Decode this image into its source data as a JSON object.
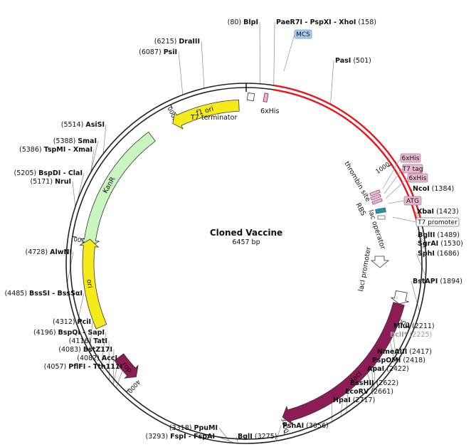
{
  "plasmid": {
    "name": "Cloned Vaccine",
    "length": 6457,
    "length_label": "6457 bp"
  },
  "colors": {
    "backbone": "#222222",
    "insert": "#e8161b",
    "promoter": "#ffffff",
    "ori": "#f5eb1a",
    "marker": "#c8f5c0",
    "cds_laci": "#8c1b56",
    "rop": "#8c1b56",
    "tag": "#e7b9cf",
    "mcs": "#a8cdf0",
    "lac_operator": "#2c8ea8"
  },
  "ticks": [
    {
      "bp": 1000,
      "label": "1000"
    },
    {
      "bp": 2000,
      "label": "2000"
    },
    {
      "bp": 3000,
      "label": "3000"
    },
    {
      "bp": 4000,
      "label": "4000"
    },
    {
      "bp": 5000,
      "label": "5000"
    },
    {
      "bp": 6000,
      "label": "6000"
    }
  ],
  "insert_region": {
    "start": 158,
    "end": 1384
  },
  "features": [
    {
      "name": "f1 ori",
      "start": 5960,
      "end": 6410,
      "direction": -1,
      "color": "#f5eb1a",
      "label": "f1 ori",
      "shape": "arrow"
    },
    {
      "name": "KanR",
      "start": 4950,
      "end": 5800,
      "direction": -1,
      "color": "#c8f5c0",
      "label": "KanR",
      "shape": "arrow"
    },
    {
      "name": "ori",
      "start": 4420,
      "end": 5000,
      "direction": 1,
      "color": "#f5eb1a",
      "label": "ori",
      "shape": "arrow"
    },
    {
      "name": "rop",
      "start": 4020,
      "end": 4190,
      "direction": -1,
      "color": "#8c1b56",
      "label": "rop",
      "shape": "arrow"
    },
    {
      "name": "lacI",
      "start": 1880,
      "end": 2990,
      "direction": 1,
      "color": "#8c1b56",
      "label": "lacI",
      "shape": "arrow"
    },
    {
      "name": "lacI promoter",
      "start": 1800,
      "end": 1880,
      "direction": 1,
      "color": "#ffffff",
      "label": "",
      "shape": "arrow"
    }
  ],
  "feature_text": {
    "t7_terminator": "T7 terminator",
    "sixhis_top": "6xHis",
    "thrombin": "thrombin site",
    "rbs": "RBS",
    "lac_operator": "lac operator",
    "laci_promoter": "lacI promoter"
  },
  "boxes": [
    {
      "text": "MCS",
      "color": "#a8cdf0",
      "border": "#6a9ad0"
    },
    {
      "text": "6xHis",
      "color": "#e7b9cf",
      "border": "#b07a96"
    },
    {
      "text": "T7 tag",
      "color": "#e7b9cf",
      "border": "#b07a96"
    },
    {
      "text": "6xHis",
      "color": "#e7b9cf",
      "border": "#b07a96"
    },
    {
      "text": "ATG",
      "color": "#e7b9cf",
      "border": "#b07a96"
    },
    {
      "text": "T7 promoter",
      "color": "#ffffff",
      "border": "#777777"
    }
  ],
  "sites": [
    {
      "pos": "(80)",
      "name": "BlpI",
      "after": "",
      "faded": false
    },
    {
      "pos": "",
      "name": "PaeR7I - PspXI - XhoI",
      "after": "(158)",
      "faded": false
    },
    {
      "pos": "",
      "name": "PasI",
      "after": "(501)",
      "faded": false
    },
    {
      "pos": "",
      "name": "NcoI",
      "after": "(1384)",
      "faded": false
    },
    {
      "pos": "",
      "name": "XbaI",
      "after": "(1423)",
      "faded": false
    },
    {
      "pos": "",
      "name": "BglII",
      "after": "(1489)",
      "faded": false
    },
    {
      "pos": "",
      "name": "SgrAI",
      "after": "(1530)",
      "faded": false
    },
    {
      "pos": "",
      "name": "SphI",
      "after": "(1686)",
      "faded": false
    },
    {
      "pos": "",
      "name": "BstAPI",
      "after": "(1894)",
      "faded": false
    },
    {
      "pos": "",
      "name": "MluI",
      "after": "(2211)",
      "faded": false
    },
    {
      "pos": "",
      "name": "BclI*",
      "after": "(2225)",
      "faded": true
    },
    {
      "pos": "",
      "name": "NmeAIII",
      "after": "(2417)",
      "faded": false
    },
    {
      "pos": "",
      "name": "PspOMI",
      "after": "(2418)",
      "faded": false
    },
    {
      "pos": "",
      "name": "ApaI",
      "after": "(2422)",
      "faded": false
    },
    {
      "pos": "",
      "name": "BssHII",
      "after": "(2622)",
      "faded": false
    },
    {
      "pos": "",
      "name": "EcoRV",
      "after": "(2661)",
      "faded": false
    },
    {
      "pos": "",
      "name": "HpaI",
      "after": "(2717)",
      "faded": false
    },
    {
      "pos": "",
      "name": "PshAI",
      "after": "(3056)",
      "faded": false
    },
    {
      "pos": "",
      "name": "BglI",
      "after": "(3275)",
      "faded": false
    },
    {
      "pos": "(3293)",
      "name": "FspI - FspAI",
      "after": "",
      "faded": false
    },
    {
      "pos": "(3318)",
      "name": "PpuMI",
      "after": "",
      "faded": false
    },
    {
      "pos": "(4057)",
      "name": "PflFI - Tth111I",
      "after": "",
      "faded": false
    },
    {
      "pos": "(4082)",
      "name": "AccI",
      "after": "",
      "faded": false
    },
    {
      "pos": "(4083)",
      "name": "BstZ17I",
      "after": "",
      "faded": false
    },
    {
      "pos": "(4116)",
      "name": "TatI",
      "after": "",
      "faded": false
    },
    {
      "pos": "(4196)",
      "name": "BspQI - SapI",
      "after": "",
      "faded": false
    },
    {
      "pos": "(4312)",
      "name": "PciI",
      "after": "",
      "faded": false
    },
    {
      "pos": "(4485)",
      "name": "BssSI - BssSαI",
      "after": "",
      "faded": false
    },
    {
      "pos": "(4728)",
      "name": "AlwNI",
      "after": "",
      "faded": false
    },
    {
      "pos": "(5171)",
      "name": "NruI",
      "after": "",
      "faded": false
    },
    {
      "pos": "(5205)",
      "name": "BspDI - ClaI",
      "after": "",
      "faded": false
    },
    {
      "pos": "(5386)",
      "name": "TspMI - XmaI",
      "after": "",
      "faded": false
    },
    {
      "pos": "(5388)",
      "name": "SmaI",
      "after": "",
      "faded": false
    },
    {
      "pos": "(5514)",
      "name": "AsiSI",
      "after": "",
      "faded": false
    },
    {
      "pos": "(6087)",
      "name": "PsiI",
      "after": "",
      "faded": false
    },
    {
      "pos": "(6215)",
      "name": "DraIII",
      "after": "",
      "faded": false
    }
  ]
}
